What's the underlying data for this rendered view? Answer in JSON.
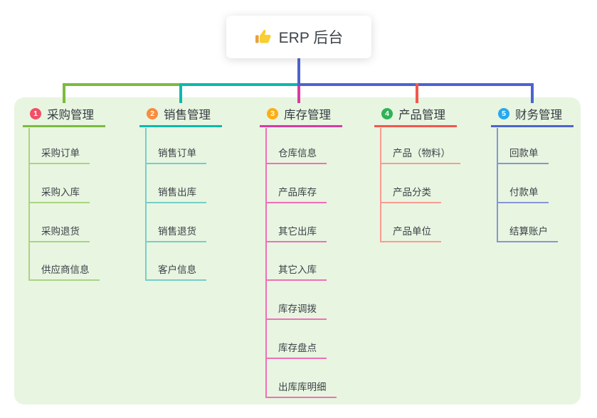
{
  "root": {
    "icon": "thumbs-up",
    "title": "ERP 后台"
  },
  "connectors": {
    "root_line_color": "#4D63CE",
    "rail_segments": [
      {
        "name": "left",
        "color": "#7CBB3F"
      },
      {
        "name": "middle",
        "color": "#0CB9AC"
      },
      {
        "name": "right",
        "color": "#4D63CE"
      }
    ]
  },
  "colors": {
    "panel_background": "#E8F5E1",
    "canvas_background": "#FFFFFF",
    "text": "#3C4248"
  },
  "branches": [
    {
      "badge": "1",
      "label": "采购管理",
      "badge_color": "#F15066",
      "line_color": "#7CBB3F",
      "light_color": "#A9D57F",
      "items": [
        "采购订单",
        "采购入库",
        "采购退货",
        "供应商信息"
      ]
    },
    {
      "badge": "2",
      "label": "销售管理",
      "badge_color": "#F98C3D",
      "line_color": "#0CB9AC",
      "light_color": "#74CFC6",
      "items": [
        "销售订单",
        "销售出库",
        "销售退货",
        "客户信息"
      ]
    },
    {
      "badge": "3",
      "label": "库存管理",
      "badge_color": "#FBAE17",
      "line_color": "#D93AA3",
      "light_color": "#F06FB8",
      "items": [
        "仓库信息",
        "产品库存",
        "其它出库",
        "其它入库",
        "库存调拨",
        "库存盘点",
        "出库库明细"
      ]
    },
    {
      "badge": "4",
      "label": "产品管理",
      "badge_color": "#2FB356",
      "line_color": "#F2574D",
      "light_color": "#F89C93",
      "items": [
        "产品（物料）",
        "产品分类",
        "产品单位"
      ]
    },
    {
      "badge": "5",
      "label": "财务管理",
      "badge_color": "#25A9F0",
      "line_color": "#4D63CE",
      "light_color": "#8795D6",
      "items": [
        "回款单",
        "付款单",
        "结算账户"
      ]
    }
  ]
}
